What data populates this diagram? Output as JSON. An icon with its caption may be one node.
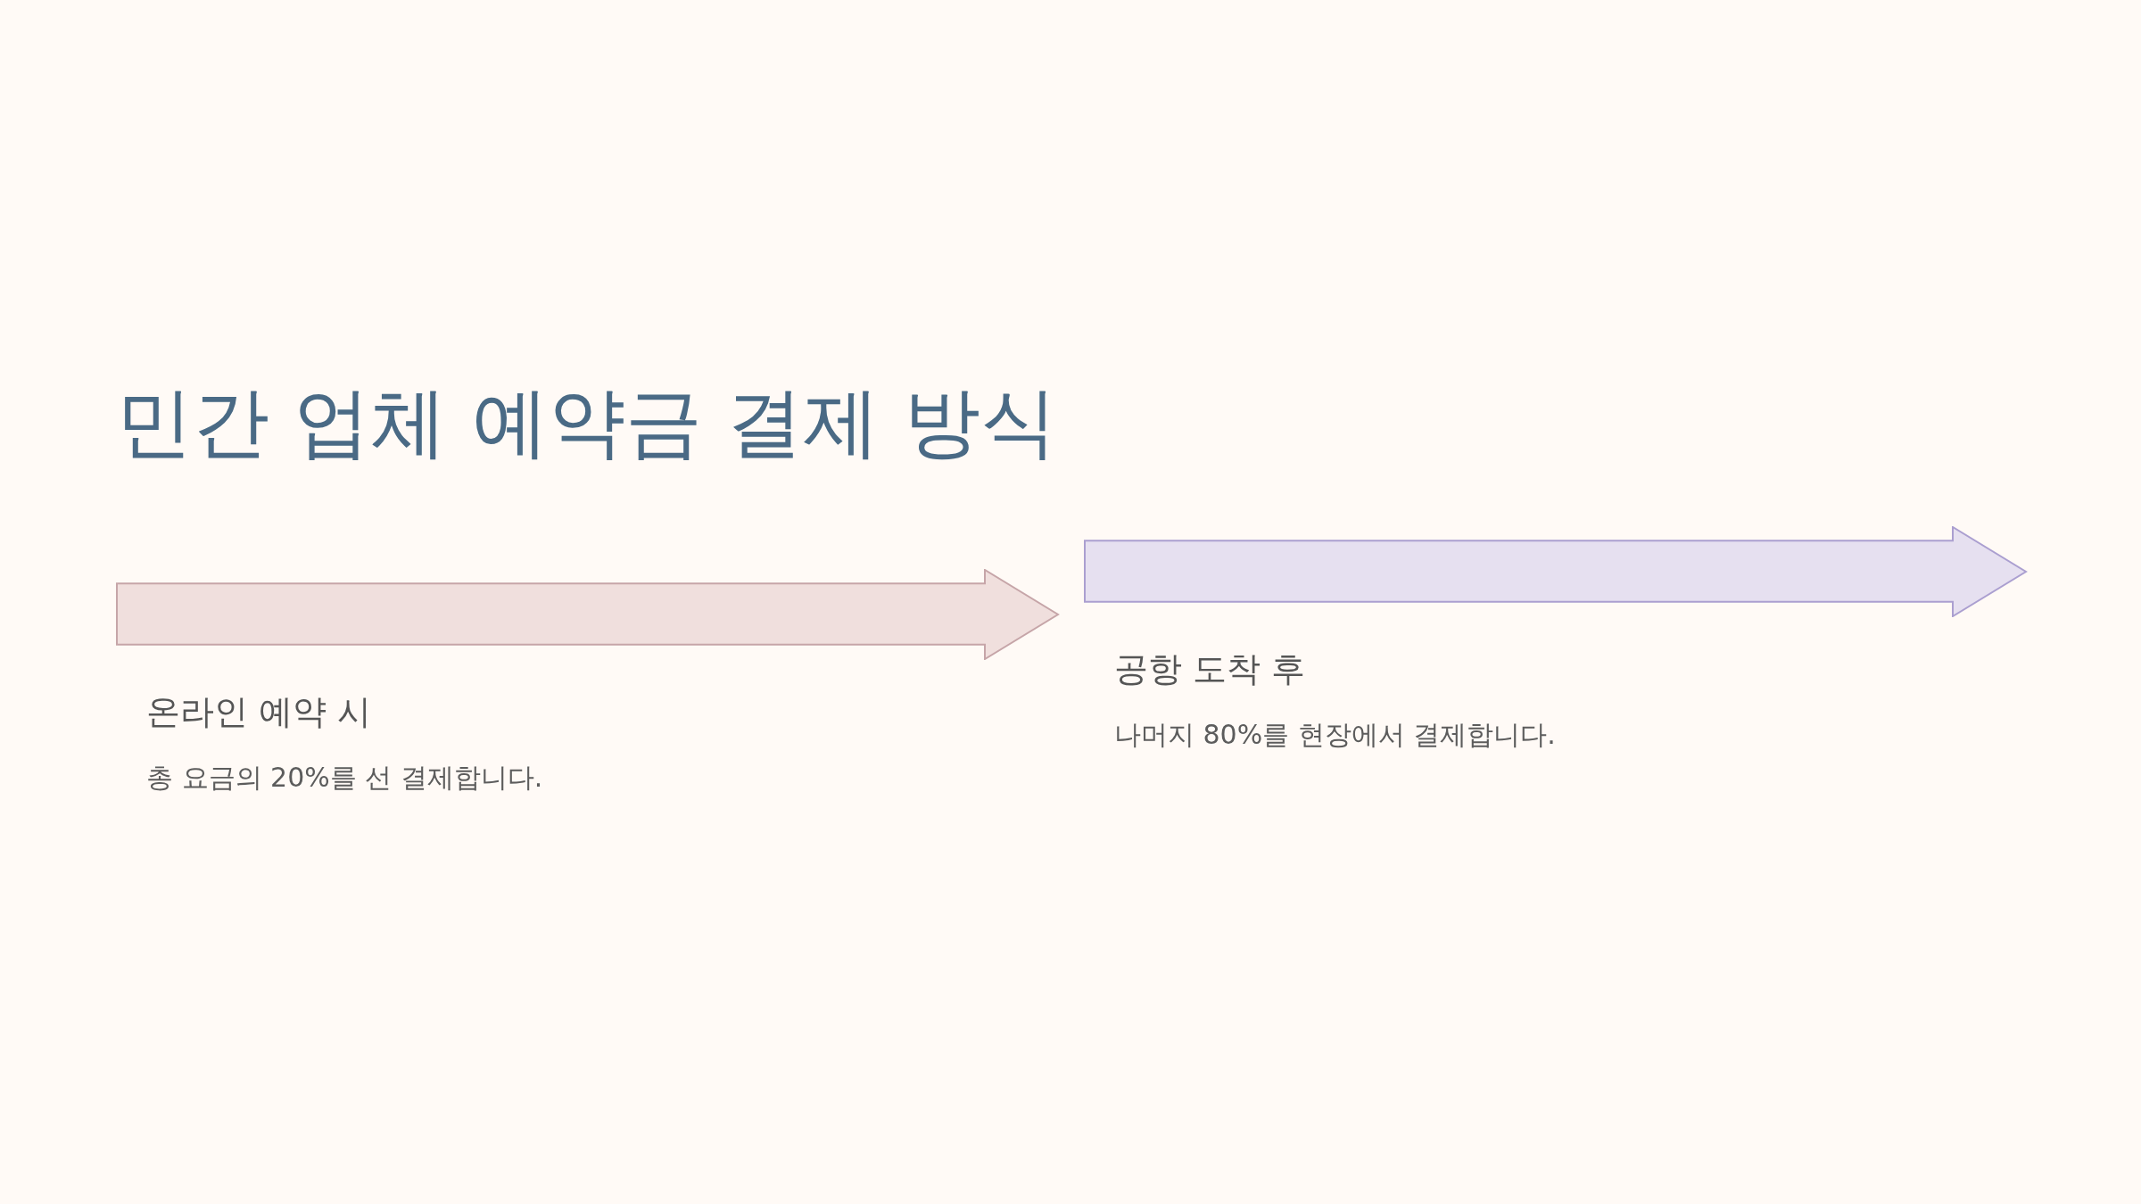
{
  "diagram": {
    "title": "민간 업체 예약금 결제 방식",
    "nodes": [
      {
        "text": [],
        "shape": "arrow",
        "beside": [
          "온라인 예약 시",
          "총 요금의 20%를 선 결제합니다."
        ]
      },
      {
        "text": [],
        "shape": "arrow",
        "beside": [
          "공항 도착 후",
          "나머지 80%를 현장에서 결제합니다."
        ]
      }
    ]
  }
}
